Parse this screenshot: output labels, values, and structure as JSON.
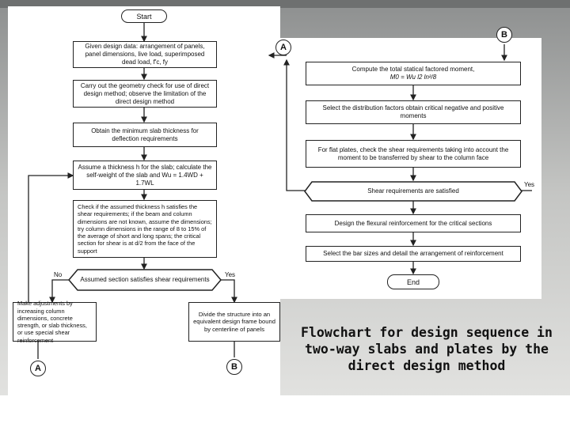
{
  "left_chart": {
    "start": "Start",
    "design_data": "Given design data: arrangement of panels, panel dimensions, live load, superimposed dead load, f′c, fy",
    "geometry_check": "Carry out the geometry check for use of direct design method; observe the limitation of the direct design method",
    "min_thickness": "Obtain the minimum slab thickness for deflection requirements",
    "assume_thickness": "Assume a thickness h for the slab; calculate the self-weight of the slab and Wu = 1.4WD + 1.7WL",
    "shear_check": "Check if the assumed thickness h satisfies the shear requirements; if the beam and column dimensions are not known, assume the dimensions; try column dimensions in the range of 8 to 15% of the average of short and long spans; the critical section for shear is at d/2 from the face of the support",
    "decision": "Assumed section satisfies shear requirements",
    "no_label": "No",
    "yes_label": "Yes",
    "adjust": "Make adjustments by increasing column dimensions, concrete strength, or slab thickness, or use special shear reinforcement",
    "divide": "Divide the structure into an equivalent design frame bound by centerline of panels",
    "connector_a": "A",
    "connector_b": "B"
  },
  "right_chart": {
    "connector_a": "A",
    "connector_b": "B",
    "total_moment": "Compute the total statical factored moment,",
    "total_moment_formula": "M0 = Wu l2 ln²/8",
    "distribution": "Select the distribution factors obtain critical negative and positive moments",
    "flat_plates": "For flat plates, check the shear requirements taking into account the moment to be transferred by shear to the column face",
    "shear_ok": "Shear requirements are satisfied",
    "yes_label": "Yes",
    "flexural": "Design the flexural reinforcement for the critical sections",
    "bar_sizes": "Select the bar sizes and detail the arrangement of reinforcement",
    "end": "End"
  },
  "caption": "Flowchart for design sequence in two-way slabs and plates by the direct design method",
  "colors": {
    "background_top": "#8f9191",
    "background_bottom": "#c9cac8",
    "line": "#222222"
  }
}
